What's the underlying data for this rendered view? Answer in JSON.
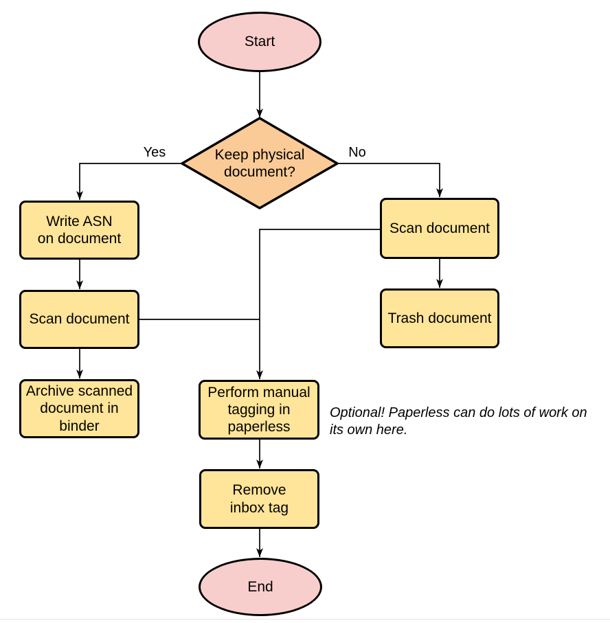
{
  "diagram": {
    "nodes": {
      "start": {
        "type": "terminator",
        "label": "Start"
      },
      "decision": {
        "type": "decision",
        "label": "Keep physical document?",
        "lines": [
          "Keep physical",
          "document?"
        ]
      },
      "write_asn": {
        "type": "process",
        "label": "Write ASN on document",
        "lines": [
          "Write ASN",
          "on document"
        ]
      },
      "scan_left": {
        "type": "process",
        "label": "Scan document"
      },
      "archive": {
        "type": "process",
        "label": "Archive scanned document in binder",
        "lines": [
          "Archive scanned",
          "document in",
          "binder"
        ]
      },
      "scan_right": {
        "type": "process",
        "label": "Scan document"
      },
      "trash": {
        "type": "process",
        "label": "Trash document"
      },
      "perform_tagging": {
        "type": "process",
        "label": "Perform manual tagging in paperless",
        "lines": [
          "Perform manual",
          "tagging in",
          "paperless"
        ]
      },
      "remove_inbox": {
        "type": "process",
        "label": "Remove inbox tag",
        "lines": [
          "Remove",
          "inbox tag"
        ]
      },
      "end": {
        "type": "terminator",
        "label": "End"
      }
    },
    "edge_labels": {
      "yes": "Yes",
      "no": "No"
    },
    "annotation": {
      "text": "Optional! Paperless can do lots of work on its own here.",
      "lines": [
        "Optional! Paperless can do lots of work on",
        "its own here."
      ]
    },
    "colors": {
      "terminator_fill": "#f8cecc",
      "decision_fill": "#facb96",
      "process_fill": "#ffe599",
      "stroke": "#000000",
      "text": "#000000",
      "page_edge": "#e4e4e4"
    }
  }
}
